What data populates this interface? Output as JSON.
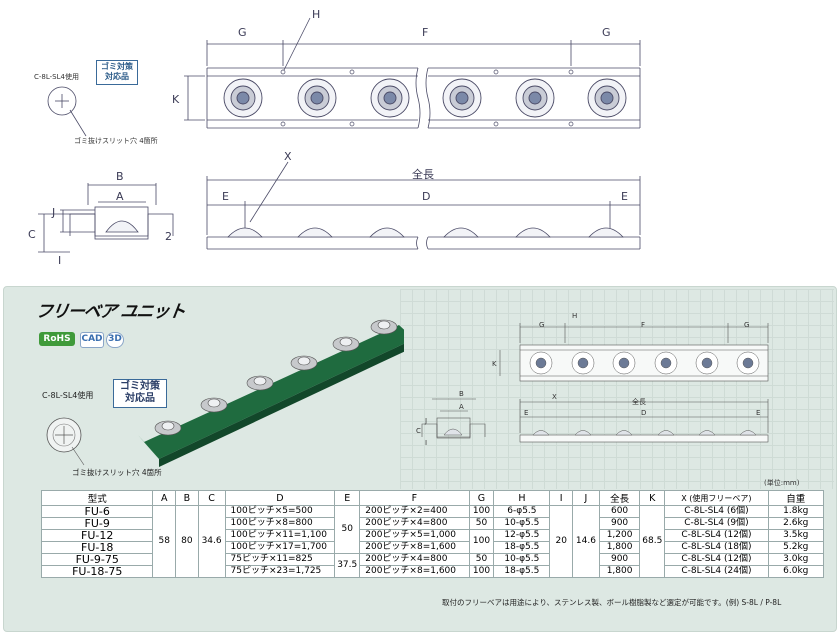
{
  "top_drawing": {
    "label_G_left": "G",
    "label_H": "H",
    "label_F": "F",
    "label_G_right": "G",
    "label_K": "K",
    "label_B": "B",
    "label_A": "A",
    "label_J": "J",
    "label_C": "C",
    "label_I": "I",
    "label_2": "2",
    "label_X": "X",
    "label_total": "全長",
    "label_E_left": "E",
    "label_D": "D",
    "label_E_right": "E",
    "ball_model_note": "C-8L-SL4使用",
    "dust_badge_line1": "ゴミ対策",
    "dust_badge_line2": "対応品",
    "slit_note": "ゴミ抜けスリット穴 4箇所"
  },
  "panel": {
    "title": "フリーベア ユニット",
    "badges": [
      "RoHS",
      "CAD",
      "3D"
    ],
    "ball_model_note": "C-8L-SL4使用",
    "dust_badge_line1": "ゴミ対策",
    "dust_badge_line2": "対応品",
    "slit_note": "ゴミ抜けスリット穴 4箇所",
    "mini_labels": {
      "G1": "G",
      "H": "H",
      "F": "F",
      "G2": "G",
      "K": "K",
      "B": "B",
      "A": "A",
      "X": "X",
      "total": "全長",
      "E1": "E",
      "D": "D",
      "E2": "E",
      "J": "J",
      "C": "C",
      "I": "I"
    },
    "unit": "(単位:mm)",
    "footnote": "取付のフリーベアは用途により、ステンレス製、ボール樹脂製など選定が可能です。(例) S-8L / P-8L"
  },
  "table": {
    "headers": [
      "型式",
      "A",
      "B",
      "C",
      "D",
      "E",
      "F",
      "G",
      "H",
      "I",
      "J",
      "全長",
      "K",
      "X (使用フリーベア)",
      "自重"
    ],
    "shared": {
      "A": "58",
      "B": "80",
      "C": "34.6",
      "E_top": "50",
      "E_bottom": "37.5",
      "I": "20",
      "J": "14.6",
      "K": "68.5"
    },
    "rows": [
      {
        "model": "FU-6",
        "D": "100ピッチ×5=500",
        "F": "200ピッチ×2=400",
        "G": "100",
        "H": "6-φ5.5",
        "length": "600",
        "X": "C-8L-SL4 (6個)",
        "weight": "1.8kg"
      },
      {
        "model": "FU-9",
        "D": "100ピッチ×8=800",
        "F": "200ピッチ×4=800",
        "G": "50",
        "H": "10-φ5.5",
        "length": "900",
        "X": "C-8L-SL4 (9個)",
        "weight": "2.6kg"
      },
      {
        "model": "FU-12",
        "D": "100ピッチ×11=1,100",
        "F": "200ピッチ×5=1,000",
        "G": "100",
        "H": "12-φ5.5",
        "length": "1,200",
        "X": "C-8L-SL4 (12個)",
        "weight": "3.5kg"
      },
      {
        "model": "FU-18",
        "D": "100ピッチ×17=1,700",
        "F": "200ピッチ×8=1,600",
        "G": "",
        "H": "18-φ5.5",
        "length": "1,800",
        "X": "C-8L-SL4 (18個)",
        "weight": "5.2kg"
      },
      {
        "model": "FU-9-75",
        "D": "75ピッチ×11=825",
        "F": "200ピッチ×4=800",
        "G": "50",
        "H": "10-φ5.5",
        "length": "900",
        "X": "C-8L-SL4 (12個)",
        "weight": "3.0kg"
      },
      {
        "model": "FU-18-75",
        "D": "75ピッチ×23=1,725",
        "F": "200ピッチ×8=1,600",
        "G": "100",
        "H": "18-φ5.5",
        "length": "1,800",
        "X": "C-8L-SL4 (24個)",
        "weight": "6.0kg"
      }
    ]
  },
  "colors": {
    "rail_green": "#1f6b3f",
    "panel_bg": "#dde8e3",
    "line": "#4a4a66"
  }
}
